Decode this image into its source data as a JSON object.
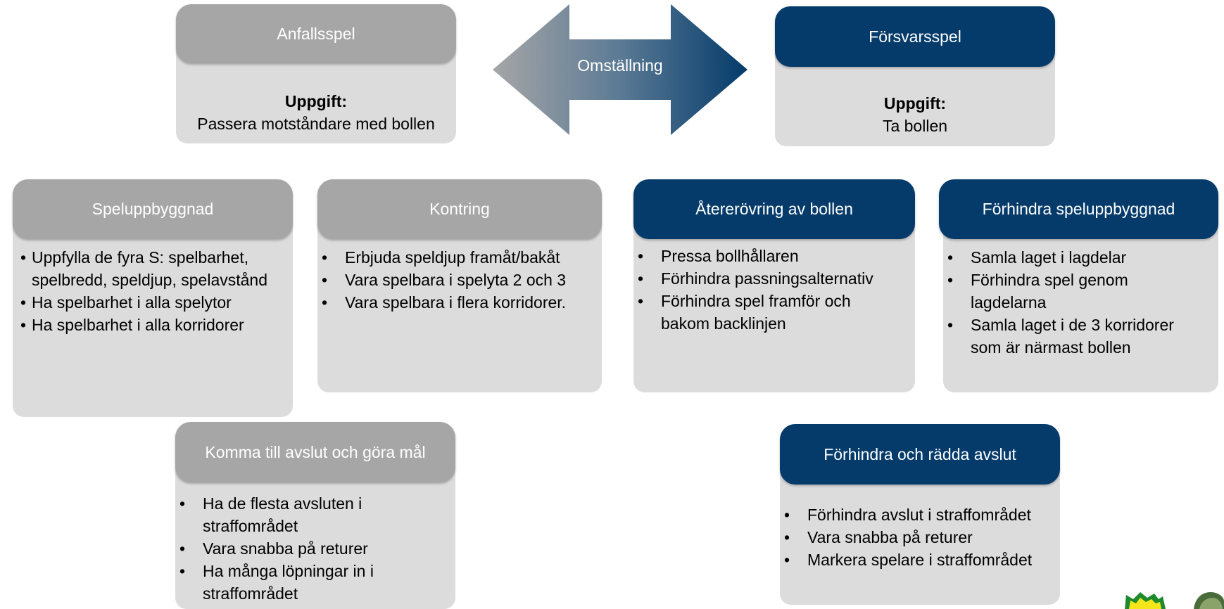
{
  "transition": {
    "label": "Omställning"
  },
  "attack": {
    "title": "Anfallsspel",
    "task_label": "Uppgift:",
    "task_text": "Passera motståndare med bollen"
  },
  "defense": {
    "title": "Försvarsspel",
    "task_label": "Uppgift:",
    "task_text": "Ta bollen"
  },
  "build_up": {
    "title": "Speluppbyggnad",
    "items": [
      "Uppfylla de fyra S: spelbarhet, spelbredd, speldjup, spelavstånd",
      "Ha spelbarhet i alla spelytor",
      "Ha spelbarhet i alla korridorer"
    ]
  },
  "counter": {
    "title": "Kontring",
    "items": [
      "Erbjuda speldjup framåt/bakåt",
      "Vara spelbara i spelyta 2 och 3",
      "Vara spelbara i flera korridorer."
    ]
  },
  "recovery": {
    "title": "Återerövring av bollen",
    "items": [
      "Pressa bollhållaren",
      "Förhindra passningsalternativ",
      "Förhindra spel framför och bakom backlinjen"
    ]
  },
  "prevent_build_up": {
    "title": "Förhindra speluppbyggnad",
    "items": [
      "Samla laget i lagdelar",
      "Förhindra spel genom lagdelarna",
      "Samla laget i de 3 korridorer som är närmast bollen"
    ]
  },
  "finishing": {
    "title": "Komma till avslut och göra mål",
    "items": [
      "Ha de flesta avsluten i straffområdet",
      "Vara snabba på returer",
      "Ha många löpningar in i straffområdet"
    ]
  },
  "prevent_finishing": {
    "title": "Förhindra och rädda avslut",
    "items": [
      "Förhindra avslut i straffområdet",
      "Vara snabba på returer",
      "Markera spelare i straffområdet"
    ]
  },
  "colors": {
    "attack_header": "#a6a6a6",
    "defense_header": "#043b6a",
    "card_body": "#dcdcdc",
    "arrow_left": "#a6a6a6",
    "arrow_right": "#043b6a"
  },
  "logo_icon": "club-crest-icon"
}
